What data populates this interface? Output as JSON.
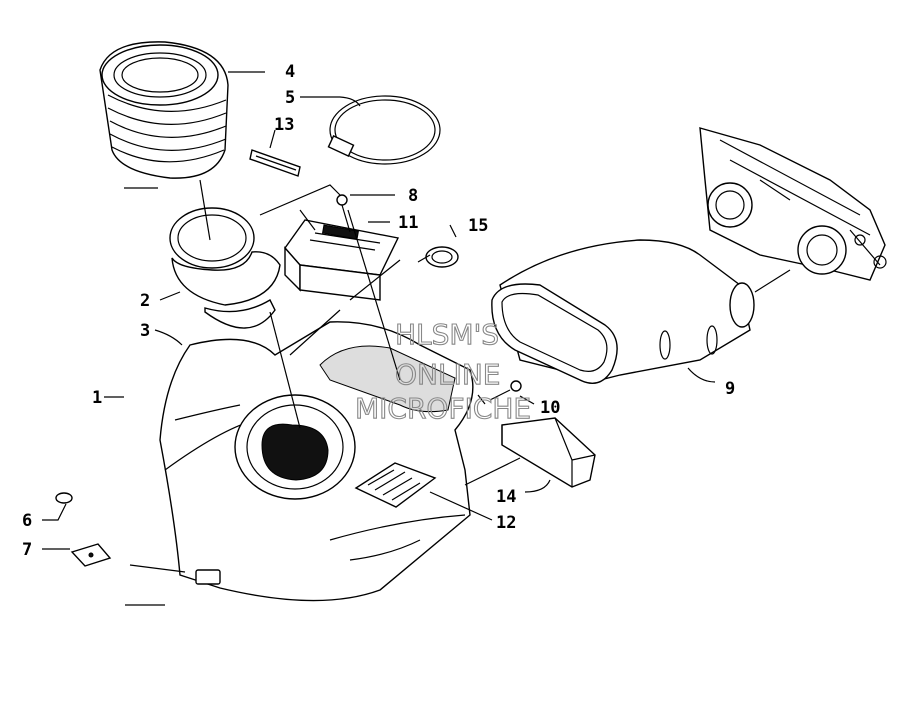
{
  "callouts": {
    "c1": "1",
    "c2": "2",
    "c3": "3",
    "c4": "4",
    "c5": "5",
    "c6": "6",
    "c7": "7",
    "c8": "8",
    "c9": "9",
    "c10": "10",
    "c11": "11",
    "c12": "12",
    "c13": "13",
    "c14": "14",
    "c15": "15"
  },
  "watermark": {
    "line1": "HLSM'S",
    "line2": "ONLINE",
    "line3": "MICROFICHE"
  }
}
